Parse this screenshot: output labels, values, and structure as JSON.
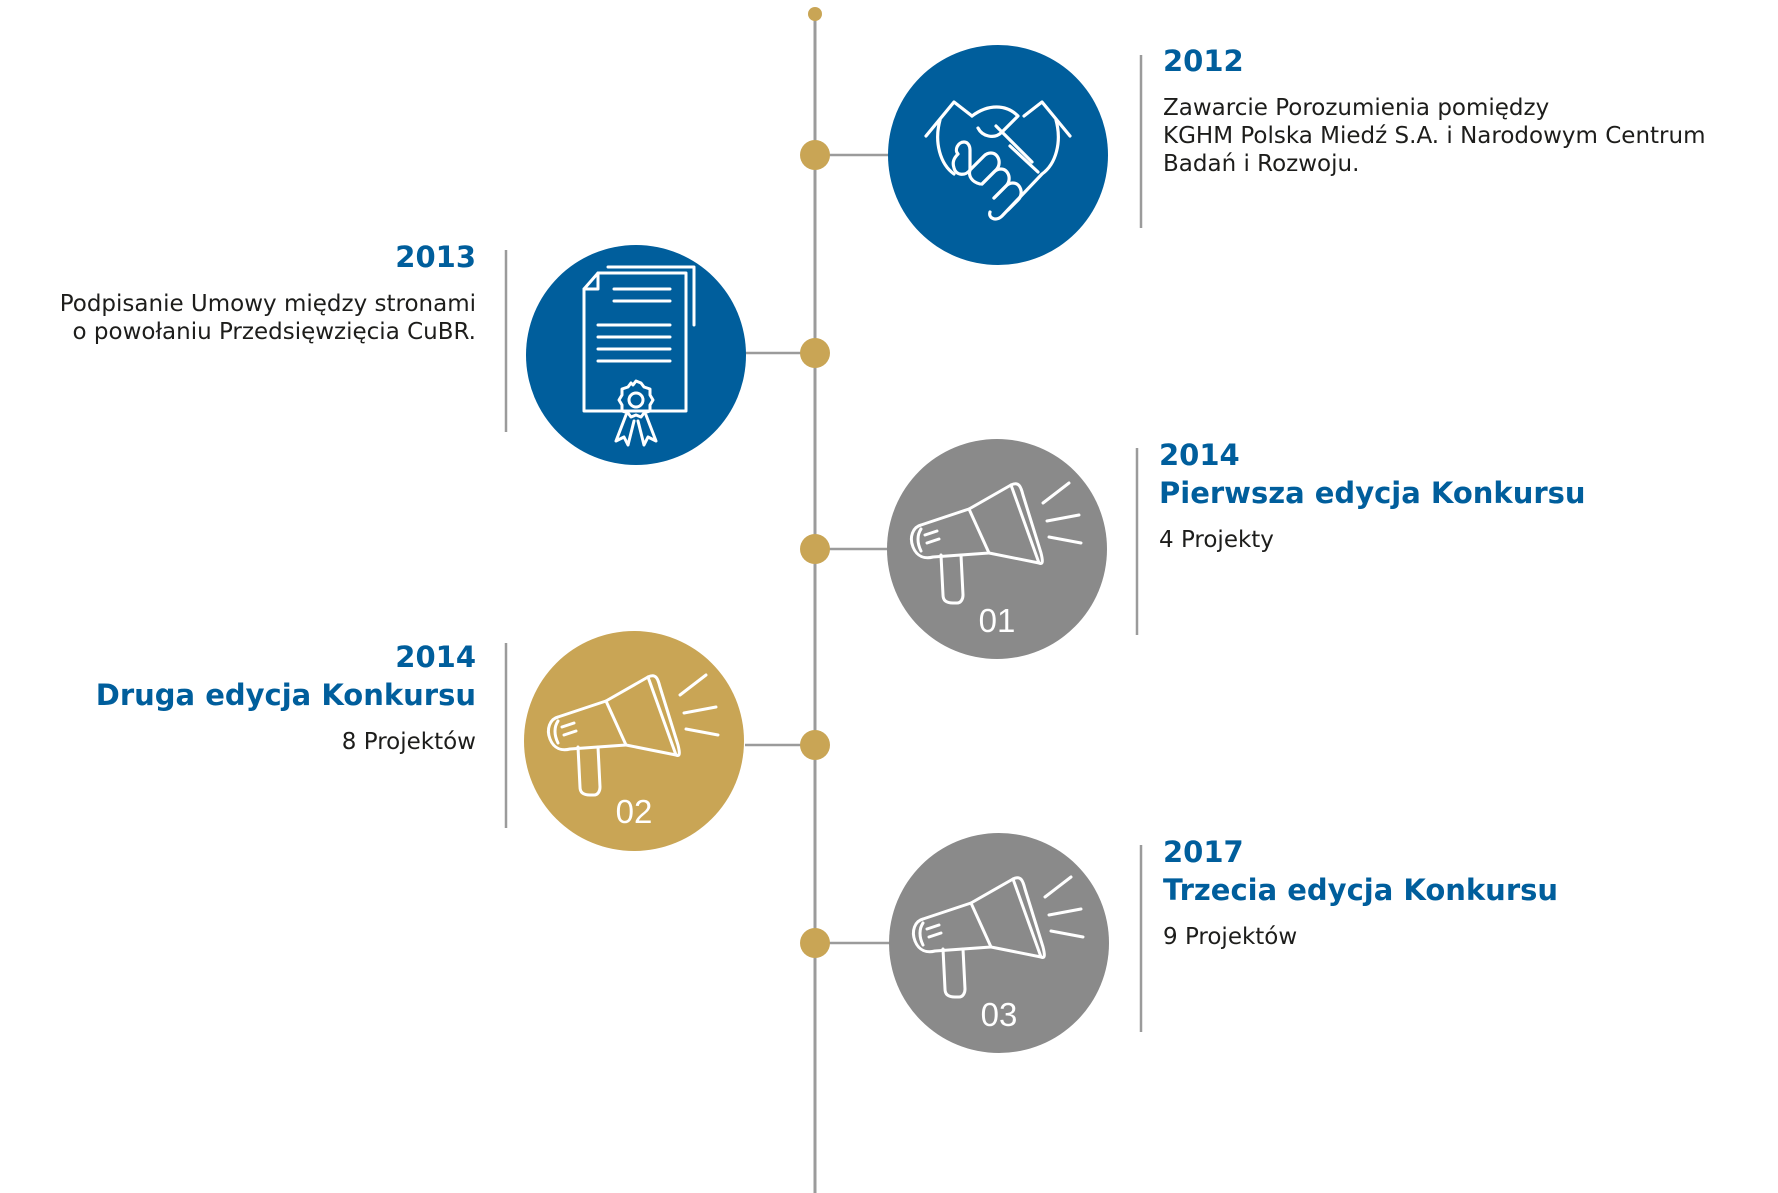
{
  "colors": {
    "blue": "#005e9c",
    "gold": "#c9a555",
    "gray": "#8a8a8a",
    "line": "#9b9b9b",
    "text": "#1d1d1b"
  },
  "events": [
    {
      "year": "2012",
      "subtitle": "",
      "desc": [
        "Zawarcie Porozumienia pomiędzy",
        "KGHM Polska Miedź S.A. i Narodowym Centrum",
        "Badań i Rozwoju."
      ],
      "icon": "handshake-icon",
      "color": "blue"
    },
    {
      "year": "2013",
      "subtitle": "",
      "desc": [
        "Podpisanie Umowy między stronami",
        "o powołaniu Przedsięwzięcia CuBR."
      ],
      "icon": "certificate-document-icon",
      "color": "blue"
    },
    {
      "year": "2014",
      "subtitle": "Pierwsza edycja Konkursu",
      "desc": [
        "4 Projekty"
      ],
      "icon": "megaphone-icon",
      "badge": "01",
      "color": "gray"
    },
    {
      "year": "2014",
      "subtitle": "Druga edycja Konkursu",
      "desc": [
        "8 Projektów"
      ],
      "icon": "megaphone-icon",
      "badge": "02",
      "color": "gold"
    },
    {
      "year": "2017",
      "subtitle": "Trzecia edycja Konkursu",
      "desc": [
        "9 Projektów"
      ],
      "icon": "megaphone-icon",
      "badge": "03",
      "color": "gray"
    }
  ]
}
